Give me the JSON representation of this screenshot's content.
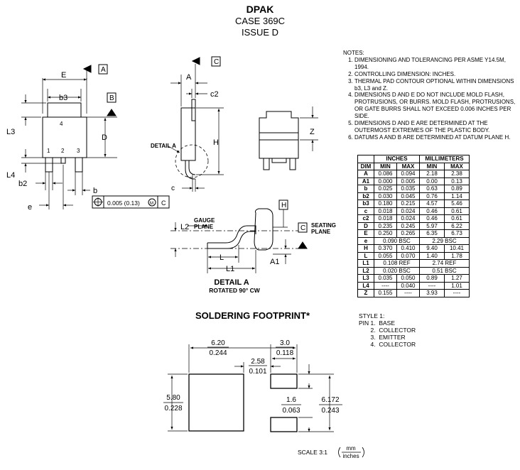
{
  "title": {
    "main": "DPAK",
    "case": "CASE 369C",
    "issue": "ISSUE D"
  },
  "labels": {
    "E": "E",
    "A": "A",
    "B": "B",
    "C": "C",
    "b3": "b3",
    "L3": "L3",
    "D": "D",
    "L4": "L4",
    "b2": "b2",
    "b": "b",
    "e": "e",
    "pin1": "1",
    "pin2": "2",
    "pin3": "3",
    "pin4": "4",
    "c2": "c2",
    "H": "H",
    "c": "c",
    "detailA_ref": "DETAIL A",
    "Z": "Z",
    "tolerance": "0.005 (0.13)",
    "tol_M": "M",
    "L2": "L2",
    "gauge_plane": [
      "GAUGE",
      "PLANE"
    ],
    "seating_plane": [
      "SEATING",
      "PLANE"
    ],
    "L": "L",
    "L1": "L1",
    "A1": "A1",
    "detailA_title": "DETAIL A",
    "detailA_rotated": "ROTATED 90° CW"
  },
  "notes": {
    "heading": "NOTES:",
    "items": [
      "DIMENSIONING AND TOLERANCING PER ASME Y14.5M, 1994.",
      "CONTROLLING DIMENSION: INCHES.",
      "THERMAL PAD CONTOUR OPTIONAL WITHIN DIMENSIONS b3, L3 and Z.",
      "DIMENSIONS D AND E DO NOT INCLUDE MOLD FLASH, PROTRUSIONS, OR BURRS. MOLD FLASH, PROTRUSIONS, OR GATE BURRS SHALL NOT EXCEED 0.006 INCHES PER SIDE.",
      "DIMENSIONS D AND E ARE DETERMINED AT THE OUTERMOST EXTREMES OF THE PLASTIC BODY.",
      "DATUMS A AND B ARE DETERMINED AT DATUM PLANE H."
    ]
  },
  "table": {
    "head_inches": "INCHES",
    "head_mm": "MILLIMETERS",
    "col_dim": "DIM",
    "col_min": "MIN",
    "col_max": "MAX",
    "rows": [
      {
        "dim": "A",
        "imin": "0.086",
        "imax": "0.094",
        "mmin": "2.18",
        "mmax": "2.38"
      },
      {
        "dim": "A1",
        "imin": "0.000",
        "imax": "0.005",
        "mmin": "0.00",
        "mmax": "0.13"
      },
      {
        "dim": "b",
        "imin": "0.025",
        "imax": "0.035",
        "mmin": "0.63",
        "mmax": "0.89"
      },
      {
        "dim": "b2",
        "imin": "0.030",
        "imax": "0.045",
        "mmin": "0.76",
        "mmax": "1.14"
      },
      {
        "dim": "b3",
        "imin": "0.180",
        "imax": "0.215",
        "mmin": "4.57",
        "mmax": "5.46"
      },
      {
        "dim": "c",
        "imin": "0.018",
        "imax": "0.024",
        "mmin": "0.46",
        "mmax": "0.61"
      },
      {
        "dim": "c2",
        "imin": "0.018",
        "imax": "0.024",
        "mmin": "0.46",
        "mmax": "0.61"
      },
      {
        "dim": "D",
        "imin": "0.235",
        "imax": "0.245",
        "mmin": "5.97",
        "mmax": "6.22"
      },
      {
        "dim": "E",
        "imin": "0.250",
        "imax": "0.265",
        "mmin": "6.35",
        "mmax": "6.73"
      },
      {
        "dim": "e",
        "ispan": "0.090 BSC",
        "mspan": "2.29 BSC"
      },
      {
        "dim": "H",
        "imin": "0.370",
        "imax": "0.410",
        "mmin": "9.40",
        "mmax": "10.41"
      },
      {
        "dim": "L",
        "imin": "0.055",
        "imax": "0.070",
        "mmin": "1.40",
        "mmax": "1.78"
      },
      {
        "dim": "L1",
        "ispan": "0.108 REF",
        "mspan": "2.74 REF"
      },
      {
        "dim": "L2",
        "ispan": "0.020 BSC",
        "mspan": "0.51 BSC"
      },
      {
        "dim": "L3",
        "imin": "0.035",
        "imax": "0.050",
        "mmin": "0.89",
        "mmax": "1.27"
      },
      {
        "dim": "L4",
        "imin": "----",
        "imax": "0.040",
        "mmin": "----",
        "mmax": "1.01"
      },
      {
        "dim": "Z",
        "imin": "0.155",
        "imax": "----",
        "mmin": "3.93",
        "mmax": "----"
      }
    ]
  },
  "style": {
    "title": "STYLE 1:",
    "pins": [
      "PIN 1.  BASE",
      "       2.  COLLECTOR",
      "       3.  EMITTER",
      "       4.  COLLECTOR"
    ]
  },
  "footprint": {
    "title": "SOLDERING FOOTPRINT*",
    "d1_mm": "6.20",
    "d1_in": "0.244",
    "d2_mm": "3.0",
    "d2_in": "0.118",
    "d3_mm": "2.58",
    "d3_in": "0.101",
    "d4_mm": "5.80",
    "d4_in": "0.228",
    "d5_mm": "1.6",
    "d5_in": "0.063",
    "d6_mm": "6.172",
    "d6_in": "0.243",
    "scale": "SCALE 3:1",
    "unit_top": "mm",
    "unit_bottom": "inches"
  }
}
